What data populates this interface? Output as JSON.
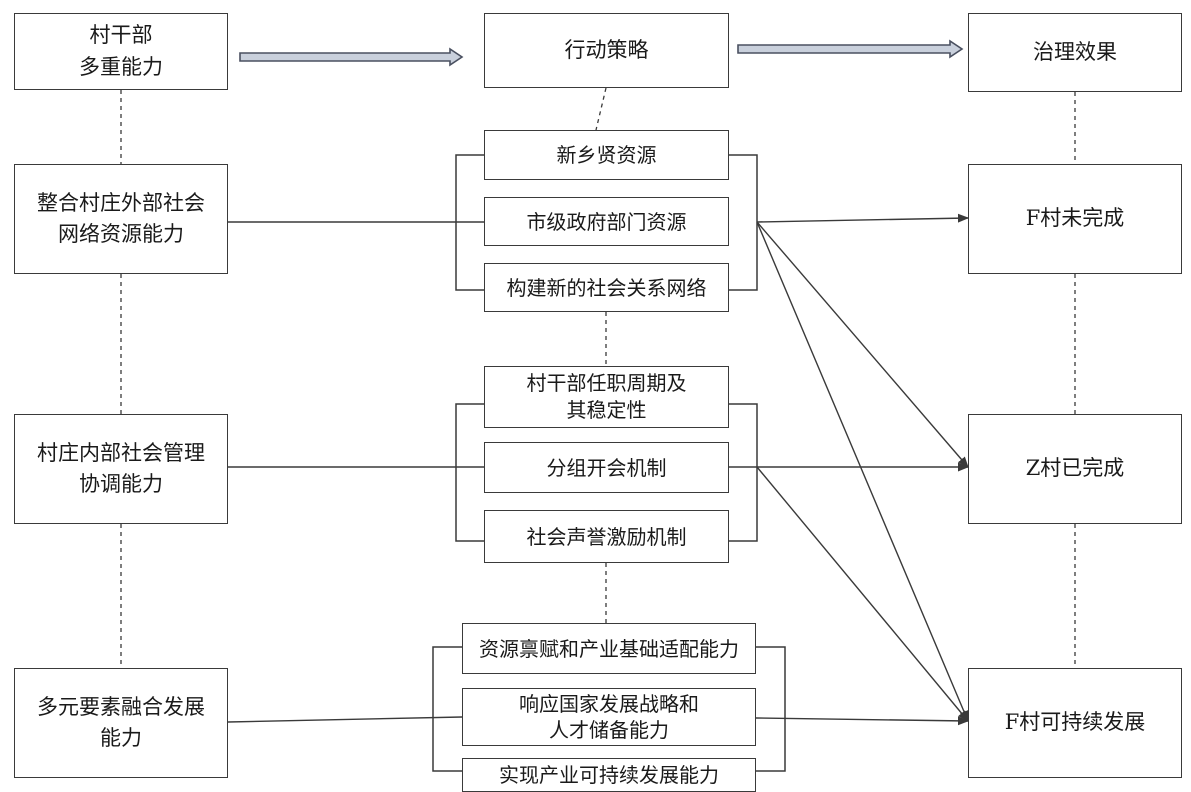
{
  "left": {
    "capability_title": "村干部\n多重能力",
    "items": [
      "整合村庄外部社会\n网络资源能力",
      "村庄内部社会管理\n协调能力",
      "多元要素融合发展\n能力"
    ]
  },
  "middle": {
    "title": "行动策略",
    "group1": [
      "新乡贤资源",
      "市级政府部门资源",
      "构建新的社会关系网络"
    ],
    "group2": [
      "村干部任职周期及\n其稳定性",
      "分组开会机制",
      "社会声誉激励机制"
    ],
    "group3": [
      "资源禀赋和产业基础适配能力",
      "响应国家发展战略和\n人才储备能力",
      "实现产业可持续发展能力"
    ]
  },
  "right": {
    "title": "治理效果",
    "items": [
      "F村未完成",
      "Z村已完成",
      "F村可持续发展"
    ]
  },
  "colors": {
    "line": "#3a3a3a",
    "arrow_fill": "#c9d0dc",
    "arrow_stroke": "#4a5060"
  }
}
